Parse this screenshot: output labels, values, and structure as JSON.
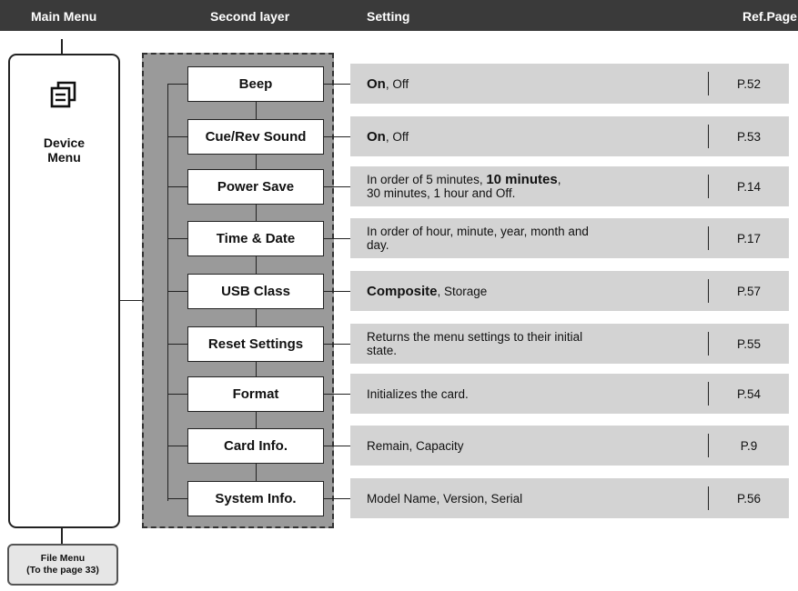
{
  "header": {
    "main_menu": "Main Menu",
    "second_layer": "Second layer",
    "setting": "Setting",
    "ref_page": "Ref.Page"
  },
  "main_menu": {
    "icon": "document-menu-icon",
    "label": "Device\nMenu"
  },
  "file_menu": {
    "label": "File Menu",
    "sub": "(To the page 33)"
  },
  "rows": [
    {
      "item": "Beep",
      "bold": "On",
      "rest": ", Off",
      "ref": "P.52"
    },
    {
      "item": "Cue/Rev Sound",
      "bold": "On",
      "rest": ", Off",
      "ref": "P.53"
    },
    {
      "item": "Power Save",
      "pre": "In order of 5 minutes, ",
      "bold": "10 minutes",
      "rest": ",\n30 minutes, 1 hour and Off.",
      "ref": "P.14"
    },
    {
      "item": "Time & Date",
      "rest": "In order of hour, minute, year, month and\nday.",
      "ref": "P.17"
    },
    {
      "item": "USB Class",
      "bold": "Composite",
      "rest": ", Storage",
      "ref": "P.57"
    },
    {
      "item": "Reset Settings",
      "rest": "Returns the menu settings to their initial\nstate.",
      "ref": "P.55"
    },
    {
      "item": "Format",
      "rest": "Initializes the card.",
      "ref": "P.54"
    },
    {
      "item": "Card Info.",
      "rest": "Remain, Capacity",
      "ref": "P.9"
    },
    {
      "item": "System Info.",
      "rest": "Model Name, Version, Serial",
      "ref": "P.56"
    }
  ]
}
